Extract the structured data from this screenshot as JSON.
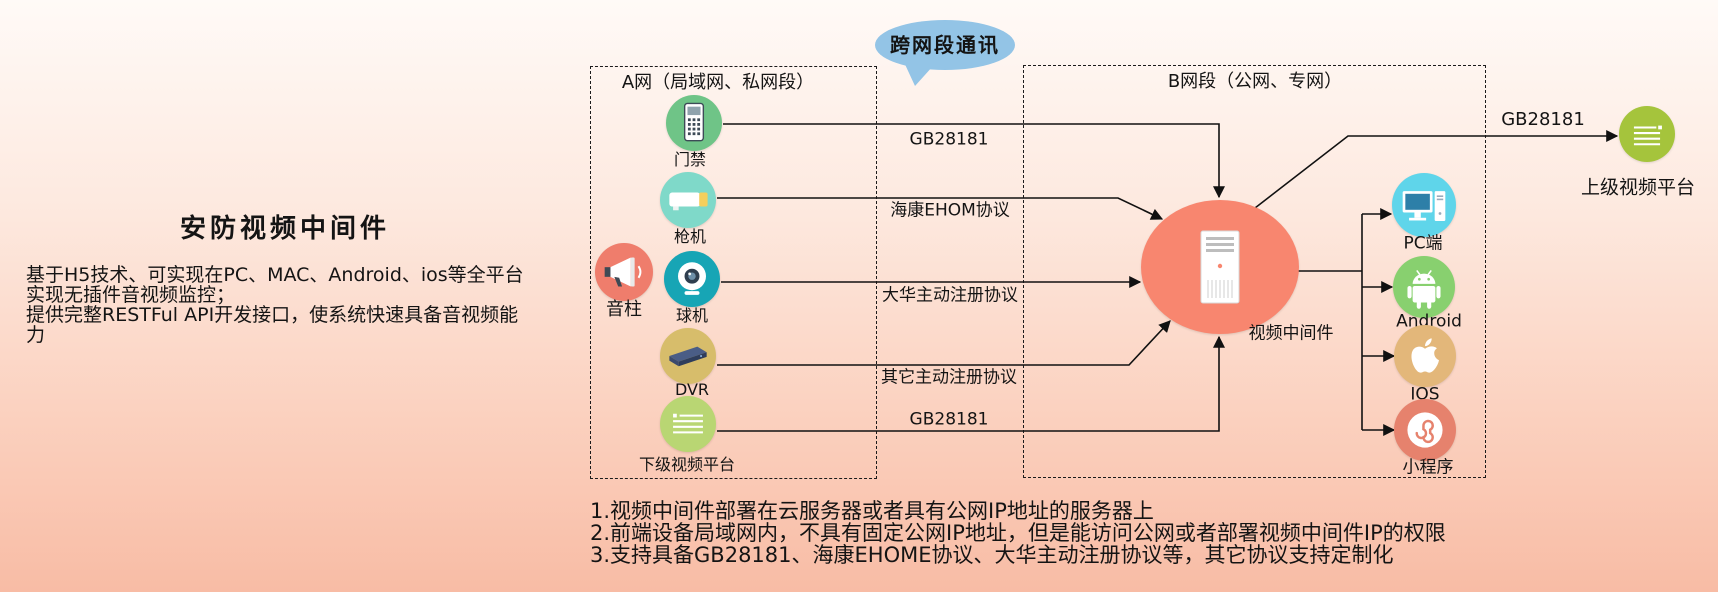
{
  "intro": {
    "title": "安防视频中间件",
    "paragraphs": [
      "基于H5技术、可实现在PC、MAC、Android、ios等全平台实现无插件音视频监控；",
      "提供完整RESTFul API开发接口，使系统快速具备音视频能力"
    ]
  },
  "bubble": {
    "label": "跨网段通讯",
    "color": "#93c4e6"
  },
  "zone_a": {
    "label": "A网（局域网、私网段）",
    "devices": [
      {
        "label": "门禁",
        "icon": "access-control-keypad-icon",
        "color": "#6fc487"
      },
      {
        "label": "枪机",
        "icon": "bullet-camera-icon",
        "color": "#7fd9c9"
      },
      {
        "label": "音柱",
        "icon": "megaphone-icon",
        "color": "#ef7d6c"
      },
      {
        "label": "球机",
        "icon": "dome-camera-icon",
        "color": "#17a5b5"
      },
      {
        "label": "DVR",
        "icon": "dvr-recorder-icon",
        "color": "#d7bd6b"
      },
      {
        "label": "下级视频平台",
        "icon": "video-platform-icon",
        "color": "#b9d673"
      }
    ]
  },
  "zone_b": {
    "label": "B网段（公网、专网）"
  },
  "protocols": {
    "access_control": "GB28181",
    "bullet_camera": "海康EHOM协议",
    "dome_camera": "大华主动注册协议",
    "dvr": "其它主动注册协议",
    "lower_platform": "GB28181",
    "upper_platform": "GB28181"
  },
  "middleware": {
    "label": "视频中间件",
    "icon": "server-icon",
    "color": "#f8866f"
  },
  "upper_platform": {
    "label": "上级视频平台",
    "icon": "video-platform-icon",
    "color": "#a5c43c"
  },
  "clients": [
    {
      "label": "PC端",
      "icon": "desktop-computer-icon",
      "color": "#5fd5ea"
    },
    {
      "label": "Android",
      "icon": "android-icon",
      "color": "#88d06f"
    },
    {
      "label": "IOS",
      "icon": "apple-icon",
      "color": "#e3b77a"
    },
    {
      "label": "小程序",
      "icon": "mini-program-icon",
      "color": "#e6826d"
    }
  ],
  "notes": [
    "1.视频中间件部署在云服务器或者具有公网IP地址的服务器上",
    "2.前端设备局域网内，不具有固定公网IP地址，但是能访问公网或者部署视频中间件IP的权限",
    "3.支持具备GB28181、海康EHOME协议、大华主动注册协议等，其它协议支持定制化"
  ]
}
